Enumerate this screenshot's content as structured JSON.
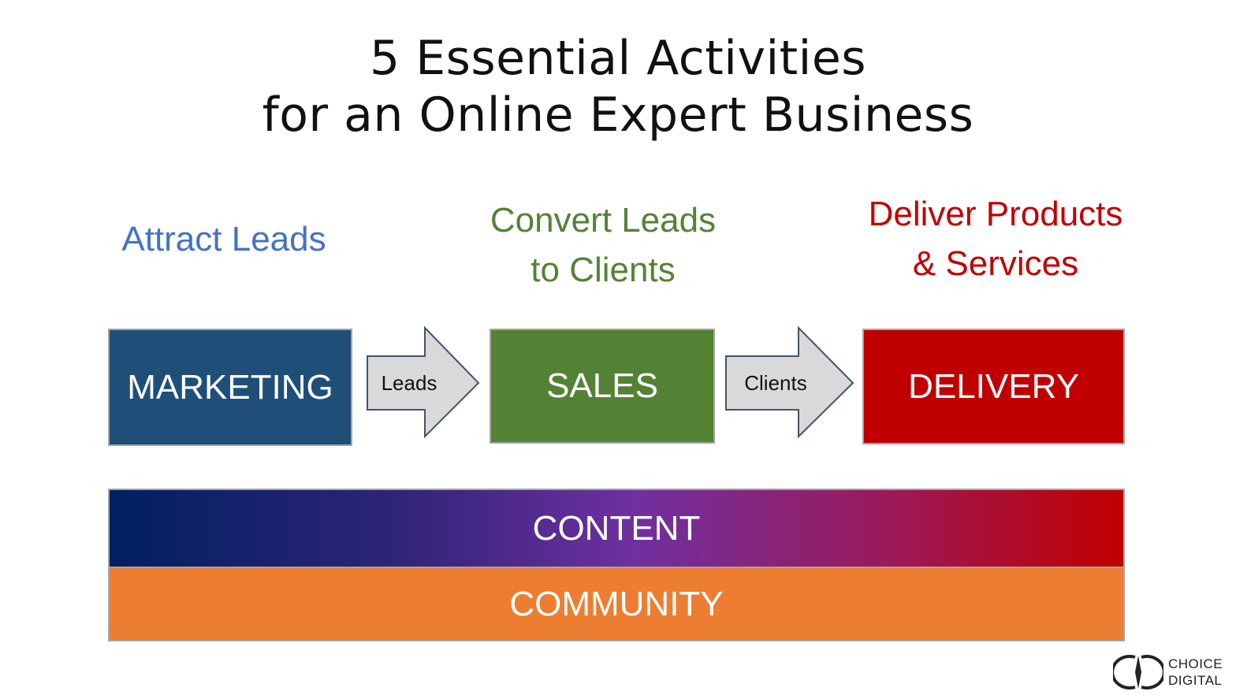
{
  "title": {
    "line1": "5 Essential Activities",
    "line2": "for an Online Expert Business"
  },
  "headings": {
    "attract": {
      "line1": "Attract Leads",
      "color": "#4472c4"
    },
    "convert": {
      "line1": "Convert Leads",
      "line2": "to Clients",
      "color": "#548235"
    },
    "deliver": {
      "line1": "Deliver Products",
      "line2": "& Services",
      "color": "#c00000"
    }
  },
  "boxes": {
    "marketing": {
      "label": "MARKETING",
      "color": "#1f4e79"
    },
    "sales": {
      "label": "SALES",
      "color": "#548235"
    },
    "delivery": {
      "label": "DELIVERY",
      "color": "#c00000"
    }
  },
  "arrows": {
    "leads": {
      "label": "Leads"
    },
    "clients": {
      "label": "Clients"
    }
  },
  "bars": {
    "content": {
      "label": "CONTENT",
      "gradient": [
        "#002060",
        "#7030a0",
        "#c00000"
      ]
    },
    "community": {
      "label": "COMMUNITY",
      "color": "#ed7d31"
    }
  },
  "logo": {
    "line1": "CHOICE",
    "line2": "DIGITAL"
  }
}
